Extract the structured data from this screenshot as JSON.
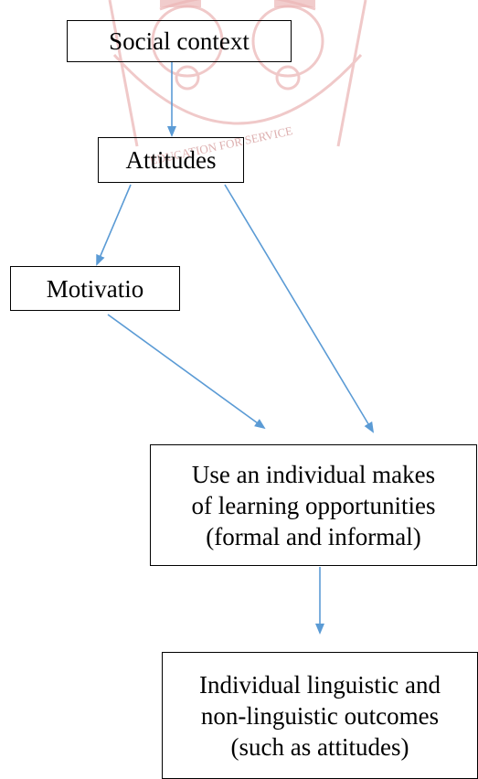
{
  "diagram": {
    "nodes": {
      "social_context": "Social context",
      "attitudes": "Attitudes",
      "motivation": "Motivatio",
      "use_lines": [
        "Use an individual makes",
        "of learning opportunities",
        "(formal and informal)"
      ],
      "outcomes_lines": [
        "Individual linguistic and",
        "non-linguistic outcomes",
        "(such as attitudes)"
      ]
    },
    "edges": [
      {
        "from": "social_context",
        "to": "attitudes"
      },
      {
        "from": "attitudes",
        "to": "motivation"
      },
      {
        "from": "attitudes",
        "to": "use"
      },
      {
        "from": "motivation",
        "to": "use"
      },
      {
        "from": "use",
        "to": "outcomes"
      }
    ],
    "colors": {
      "arrow": "#5b9bd5",
      "box_border": "#000000",
      "text": "#000000",
      "watermark": "#e8b0b0"
    },
    "watermark": {
      "text": "EDUCATION FOR SERVICE",
      "icon": "university-seal-watermark"
    }
  }
}
